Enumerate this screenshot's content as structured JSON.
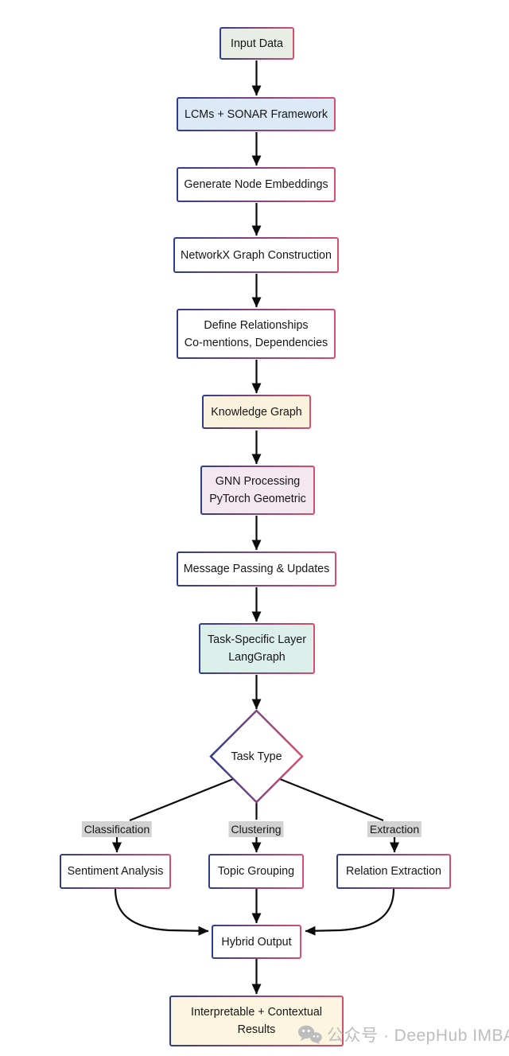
{
  "diagram": {
    "nodes": [
      {
        "id": "input-data",
        "lines": [
          "Input Data"
        ],
        "fill": "#e8eee6"
      },
      {
        "id": "lcms-sonar-framework",
        "lines": [
          "LCMs + SONAR Framework"
        ],
        "fill": "#dce9f7"
      },
      {
        "id": "generate-node-embeddings",
        "lines": [
          "Generate Node Embeddings"
        ],
        "fill": "#ffffff"
      },
      {
        "id": "networkx-graph-construction",
        "lines": [
          "NetworkX Graph Construction"
        ],
        "fill": "#ffffff"
      },
      {
        "id": "define-relationships",
        "lines": [
          "Define Relationships",
          "Co-mentions, Dependencies"
        ],
        "fill": "#ffffff"
      },
      {
        "id": "knowledge-graph",
        "lines": [
          "Knowledge Graph"
        ],
        "fill": "#fbf2de"
      },
      {
        "id": "gnn-processing",
        "lines": [
          "GNN Processing",
          "PyTorch Geometric"
        ],
        "fill": "#f3e7f0"
      },
      {
        "id": "message-passing-updates",
        "lines": [
          "Message Passing & Updates"
        ],
        "fill": "#ffffff"
      },
      {
        "id": "task-specific-layer",
        "lines": [
          "Task-Specific Layer",
          "LangGraph"
        ],
        "fill": "#dbefeb"
      },
      {
        "id": "task-type",
        "lines": [
          "Task Type"
        ],
        "fill": "#ffffff"
      },
      {
        "id": "sentiment-analysis",
        "lines": [
          "Sentiment Analysis"
        ],
        "fill": "#ffffff"
      },
      {
        "id": "topic-grouping",
        "lines": [
          "Topic Grouping"
        ],
        "fill": "#ffffff"
      },
      {
        "id": "relation-extraction",
        "lines": [
          "Relation Extraction"
        ],
        "fill": "#ffffff"
      },
      {
        "id": "hybrid-output",
        "lines": [
          "Hybrid Output"
        ],
        "fill": "#ffffff"
      },
      {
        "id": "interpretable-results",
        "lines": [
          "Interpretable + Contextual",
          "Results"
        ],
        "fill": "#fcf6e1"
      }
    ],
    "edge_labels": [
      {
        "text": "Classification"
      },
      {
        "text": "Clustering"
      },
      {
        "text": "Extraction"
      }
    ]
  },
  "watermark": {
    "text": "公众号 · DeepHub IMBA",
    "icon": "wechat-icon"
  },
  "colors": {
    "border_gradient_left": "#2f3c8e",
    "border_gradient_right": "#d84f6e",
    "edge_color": "#0b0b0b",
    "edge_label_bg": "#d2d2d2",
    "text_color": "#161616",
    "watermark_color": "#bdbdbd"
  }
}
